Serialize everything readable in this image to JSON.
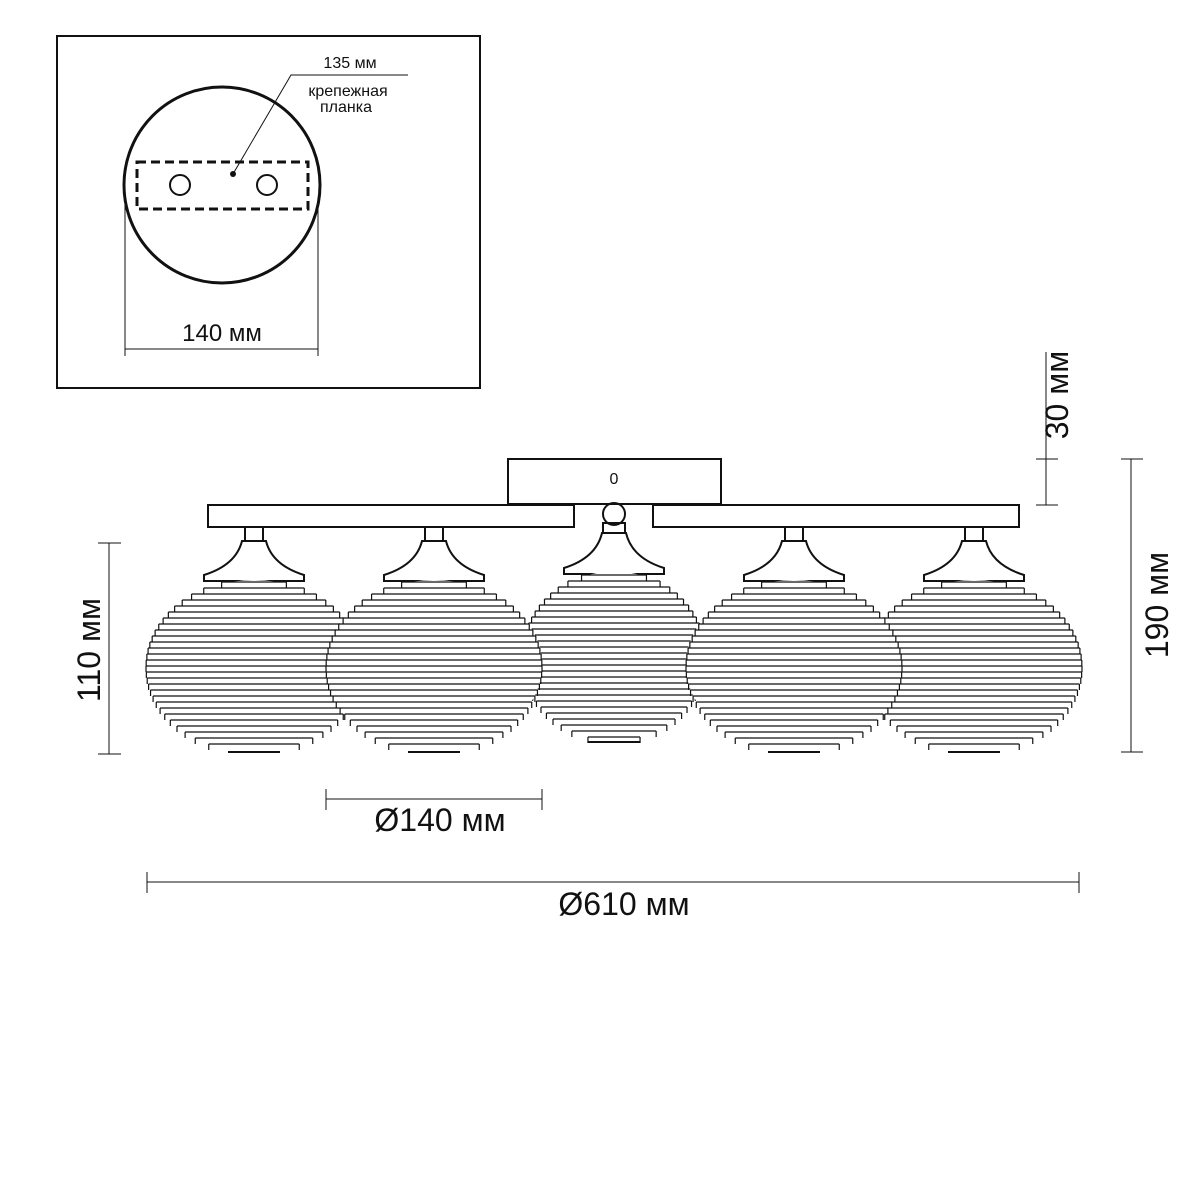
{
  "inset": {
    "plate_label_value": "135 мм",
    "plate_label_line1": "крепежная",
    "plate_label_line2": "планка",
    "base_diameter": "140 мм"
  },
  "fixture": {
    "canopy_mark": "0",
    "canopy_height": "30 мм",
    "total_height": "190 мм",
    "shade_height": "110 мм",
    "shade_diameter": "Ø140 мм",
    "total_diameter": "Ø610 мм",
    "shade_count": 5
  }
}
